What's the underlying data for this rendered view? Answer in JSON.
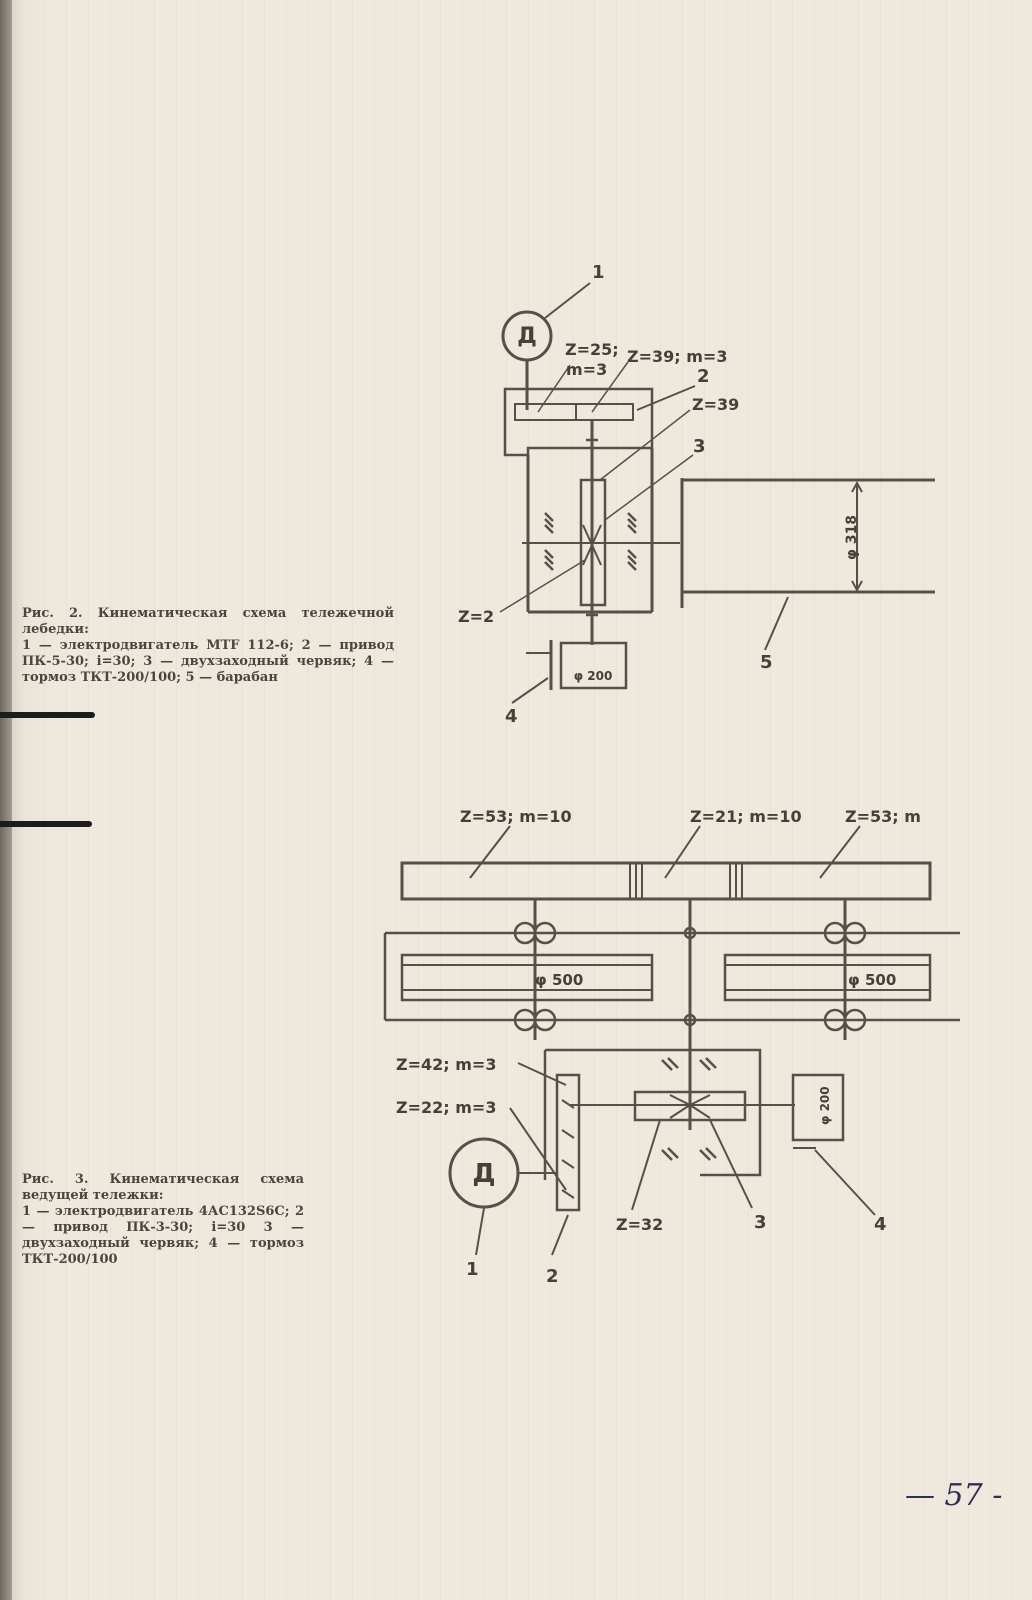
{
  "figure2": {
    "caption_title": "Рис. 2. Кинематическая схема тележечной лебедки:",
    "caption_items": "1 — электродвигатель МТF 112-6; 2 — привод ПК-5-30; i=30; 3 — двухзаходный червяк; 4 — тормоз ТКТ-200/100; 5 — барабан",
    "motor_symbol": "Д",
    "labels": {
      "n1": "1",
      "n2": "2",
      "n3": "3",
      "n4": "4",
      "n5": "5",
      "z25": "Z=25;",
      "m3": "m=3",
      "z39m3": "Z=39; m=3",
      "z39": "Z=39",
      "z2": "Z=2",
      "d200": "φ 200",
      "d318": "φ 318"
    }
  },
  "figure3": {
    "caption_title": "Рис. 3. Кинематическая схема ведущей тележки:",
    "caption_items": "1 — электродвигатель 4АС132S6С; 2 — привод ПК-3-30; i=30 3 — двухзаходный червяк; 4 — тормоз ТКТ-200/100",
    "motor_symbol": "Д",
    "labels": {
      "z53a": "Z=53; m=10",
      "z21": "Z=21; m=10",
      "z53b": "Z=53; m",
      "d500a": "φ 500",
      "d500b": "φ 500",
      "z42": "Z=42; m=3",
      "z22": "Z=22; m=3",
      "z32": "Z=32",
      "d200": "φ 200",
      "n1": "1",
      "n2": "2",
      "n3": "3",
      "n4": "4"
    }
  },
  "page_number": "— 57 -"
}
